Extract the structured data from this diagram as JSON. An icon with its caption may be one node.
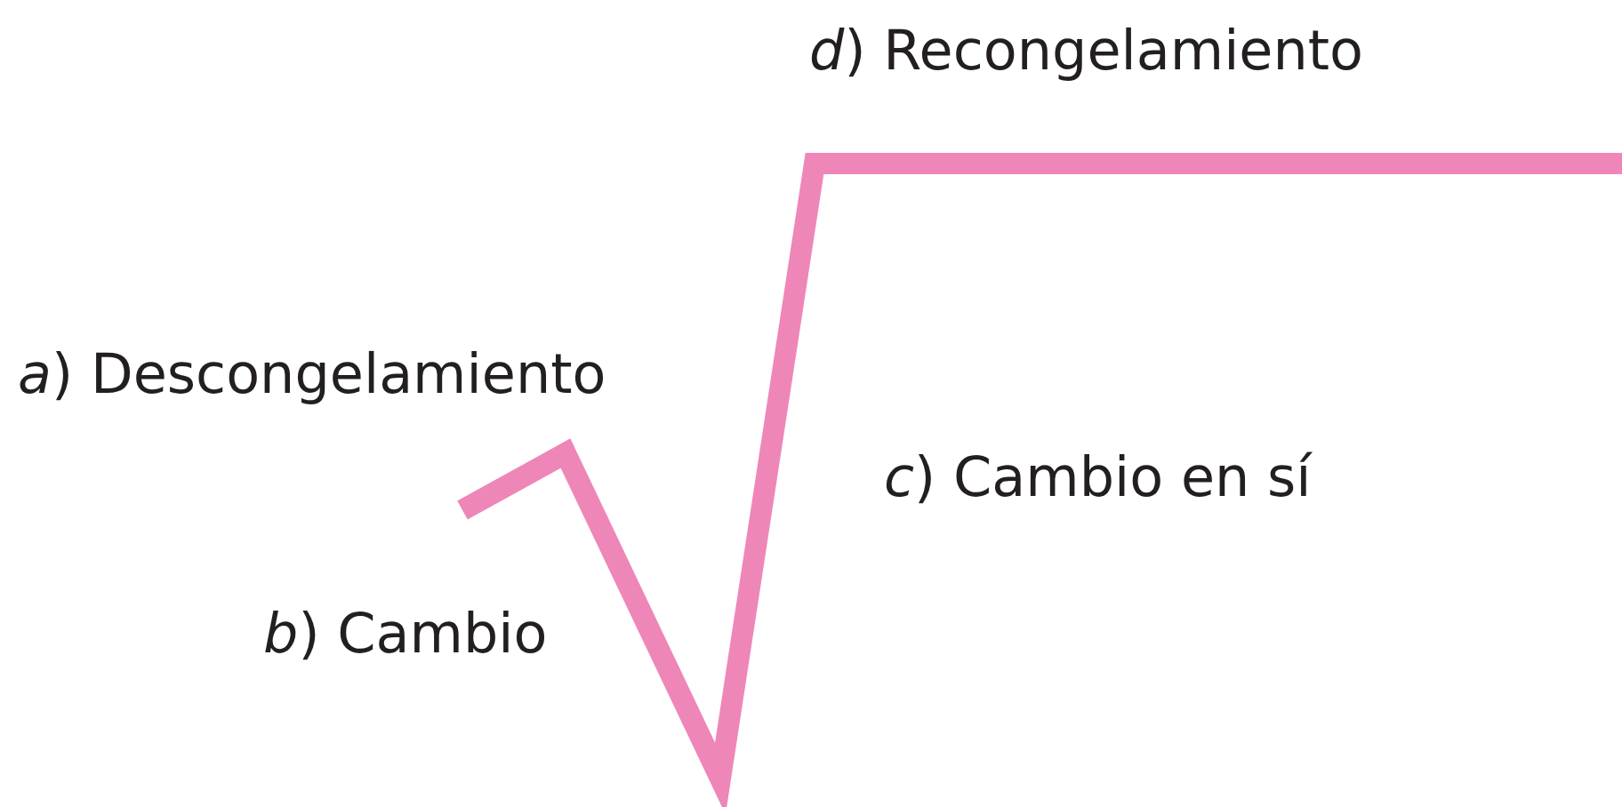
{
  "diagram": {
    "labels": [
      "*d*) Recongelamiento",
      "*a*) Descongelamiento",
      "*c*) Cambio en sí",
      "*b*) Cambio"
    ]
  }
}
